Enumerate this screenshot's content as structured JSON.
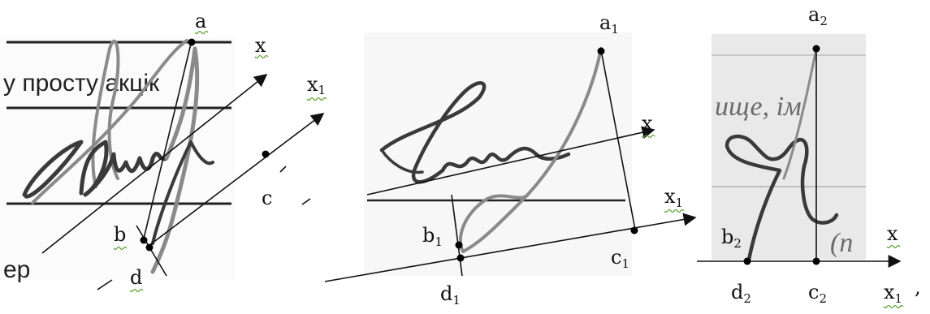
{
  "panel1": {
    "doc_text_top": "у просту акцік",
    "doc_text_bottom": "ер",
    "labels": {
      "a": "a",
      "b": "b",
      "c": "c",
      "d": "d",
      "x": "x",
      "x1_base": "x",
      "x1_sub": "1"
    }
  },
  "panel2": {
    "labels": {
      "a1_base": "a",
      "a1_sub": "1",
      "b1_base": "b",
      "b1_sub": "1",
      "c1_base": "c",
      "c1_sub": "1",
      "d1_base": "d",
      "d1_sub": "1",
      "x": "x",
      "x1_base": "x",
      "x1_sub": "1"
    }
  },
  "panel3": {
    "doc_text_top": "ище, ім",
    "doc_text_bottom": "(п",
    "labels": {
      "a2_base": "a",
      "a2_sub": "2",
      "b2_base": "b",
      "b2_sub": "2",
      "c2_base": "c",
      "c2_sub": "2",
      "d2_base": "d",
      "d2_sub": "2",
      "x": "x",
      "x1_base": "x",
      "x1_sub": "1"
    }
  },
  "trailing_mark": ","
}
